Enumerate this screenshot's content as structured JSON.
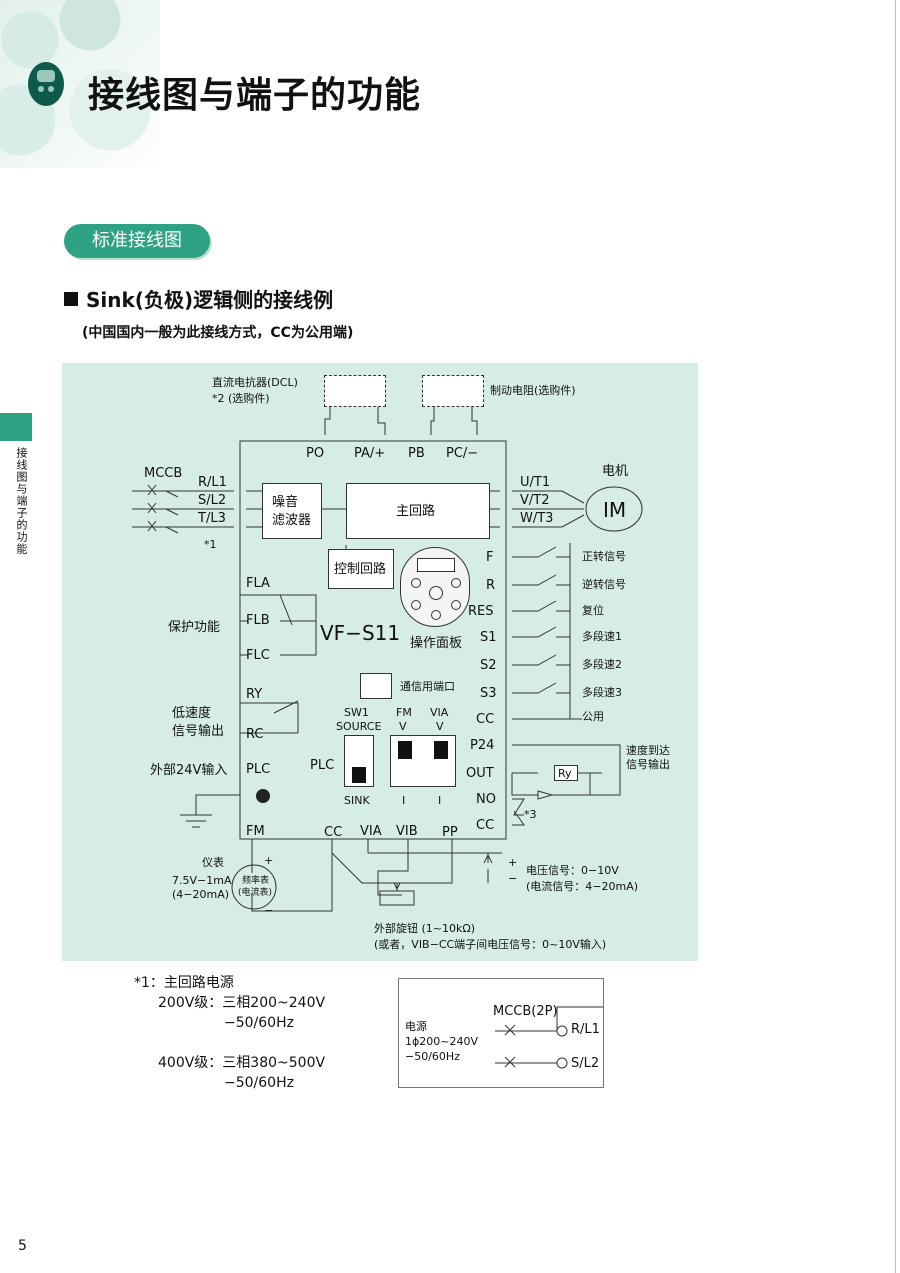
{
  "header": {
    "title": "接线图与端子的功能"
  },
  "side_tab": {
    "text": "接线图与端子的功能"
  },
  "section": {
    "pill": "标准接线图",
    "heading": "Sink(负极)逻辑侧的接线例",
    "subheading": "(中国国内一般为此接线方式，CC为公用端)"
  },
  "diagram": {
    "dcl": "直流电抗器(DCL)",
    "dcl_note": "*2 (选购件)",
    "brake": "制动电阻(选购件)",
    "bus": [
      "PO",
      "PA/+",
      "PB",
      "PC/−"
    ],
    "mccb": "MCCB",
    "inputs": [
      "R/L1",
      "S/L2",
      "T/L3"
    ],
    "star1": "*1",
    "noise_filter_1": "噪音",
    "noise_filter_2": "滤波器",
    "main_circuit": "主回路",
    "control_circuit": "控制回路",
    "outputs": [
      "U/T1",
      "V/T2",
      "W/T3"
    ],
    "motor_label": "电机",
    "motor": "IM",
    "model": "VF−S11",
    "panel": "操作面板",
    "fl": [
      "FLA",
      "FLB",
      "FLC"
    ],
    "protection": "保护功能",
    "ry": "RY",
    "rc": "RC",
    "low_speed_1": "低速度",
    "low_speed_2": "信号输出",
    "ext24": "外部24V输入",
    "plc_term": "PLC",
    "comm_port": "通信用端口",
    "sw1": "SW1",
    "source": "SOURCE",
    "sink": "SINK",
    "plc": "PLC",
    "fm_top": "FM",
    "v1": "V",
    "i1": "I",
    "via_top": "VIA",
    "v2": "V",
    "i2": "I",
    "right_terms": [
      "F",
      "R",
      "RES",
      "S1",
      "S2",
      "S3",
      "CC"
    ],
    "right_labels": [
      "正转信号",
      "逆转信号",
      "复位",
      "多段速1",
      "多段速2",
      "多段速3",
      "公用"
    ],
    "p24": "P24",
    "out": "OUT",
    "no": "NO",
    "cc2": "CC",
    "star3": "*3",
    "ry_box": "Ry",
    "speed_reach_1": "速度到达",
    "speed_reach_2": "信号输出",
    "bottom_terms": [
      "FM",
      "CC",
      "VIA",
      "VIB",
      "PP"
    ],
    "meter": "仪表",
    "meter_spec_1": "7.5V−1mA",
    "meter_spec_2": "(4−20mA)",
    "meter_face_1": "频率表",
    "meter_face_2": "(电流表)",
    "plus": "+",
    "minus": "−",
    "volt_sig": "电压信号：0−10V",
    "curr_sig": "(电流信号：4−20mA)",
    "knob": "外部旋钮 (1~10kΩ)",
    "knob_note": "(或者，VIB−CC端子间电压信号：0~10V输入)"
  },
  "notes": {
    "title": "*1：主回路电源",
    "l200_a": "200V级：三相200~240V",
    "l200_b": "−50/60Hz",
    "l400_a": "400V级：三相380~500V",
    "l400_b": "−50/60Hz"
  },
  "inset": {
    "mccb": "MCCB(2P)",
    "src1": "电源",
    "src2": "1ϕ200~240V",
    "src3": "−50/60Hz",
    "t1": "R/L1",
    "t2": "S/L2"
  },
  "page_number": "5"
}
